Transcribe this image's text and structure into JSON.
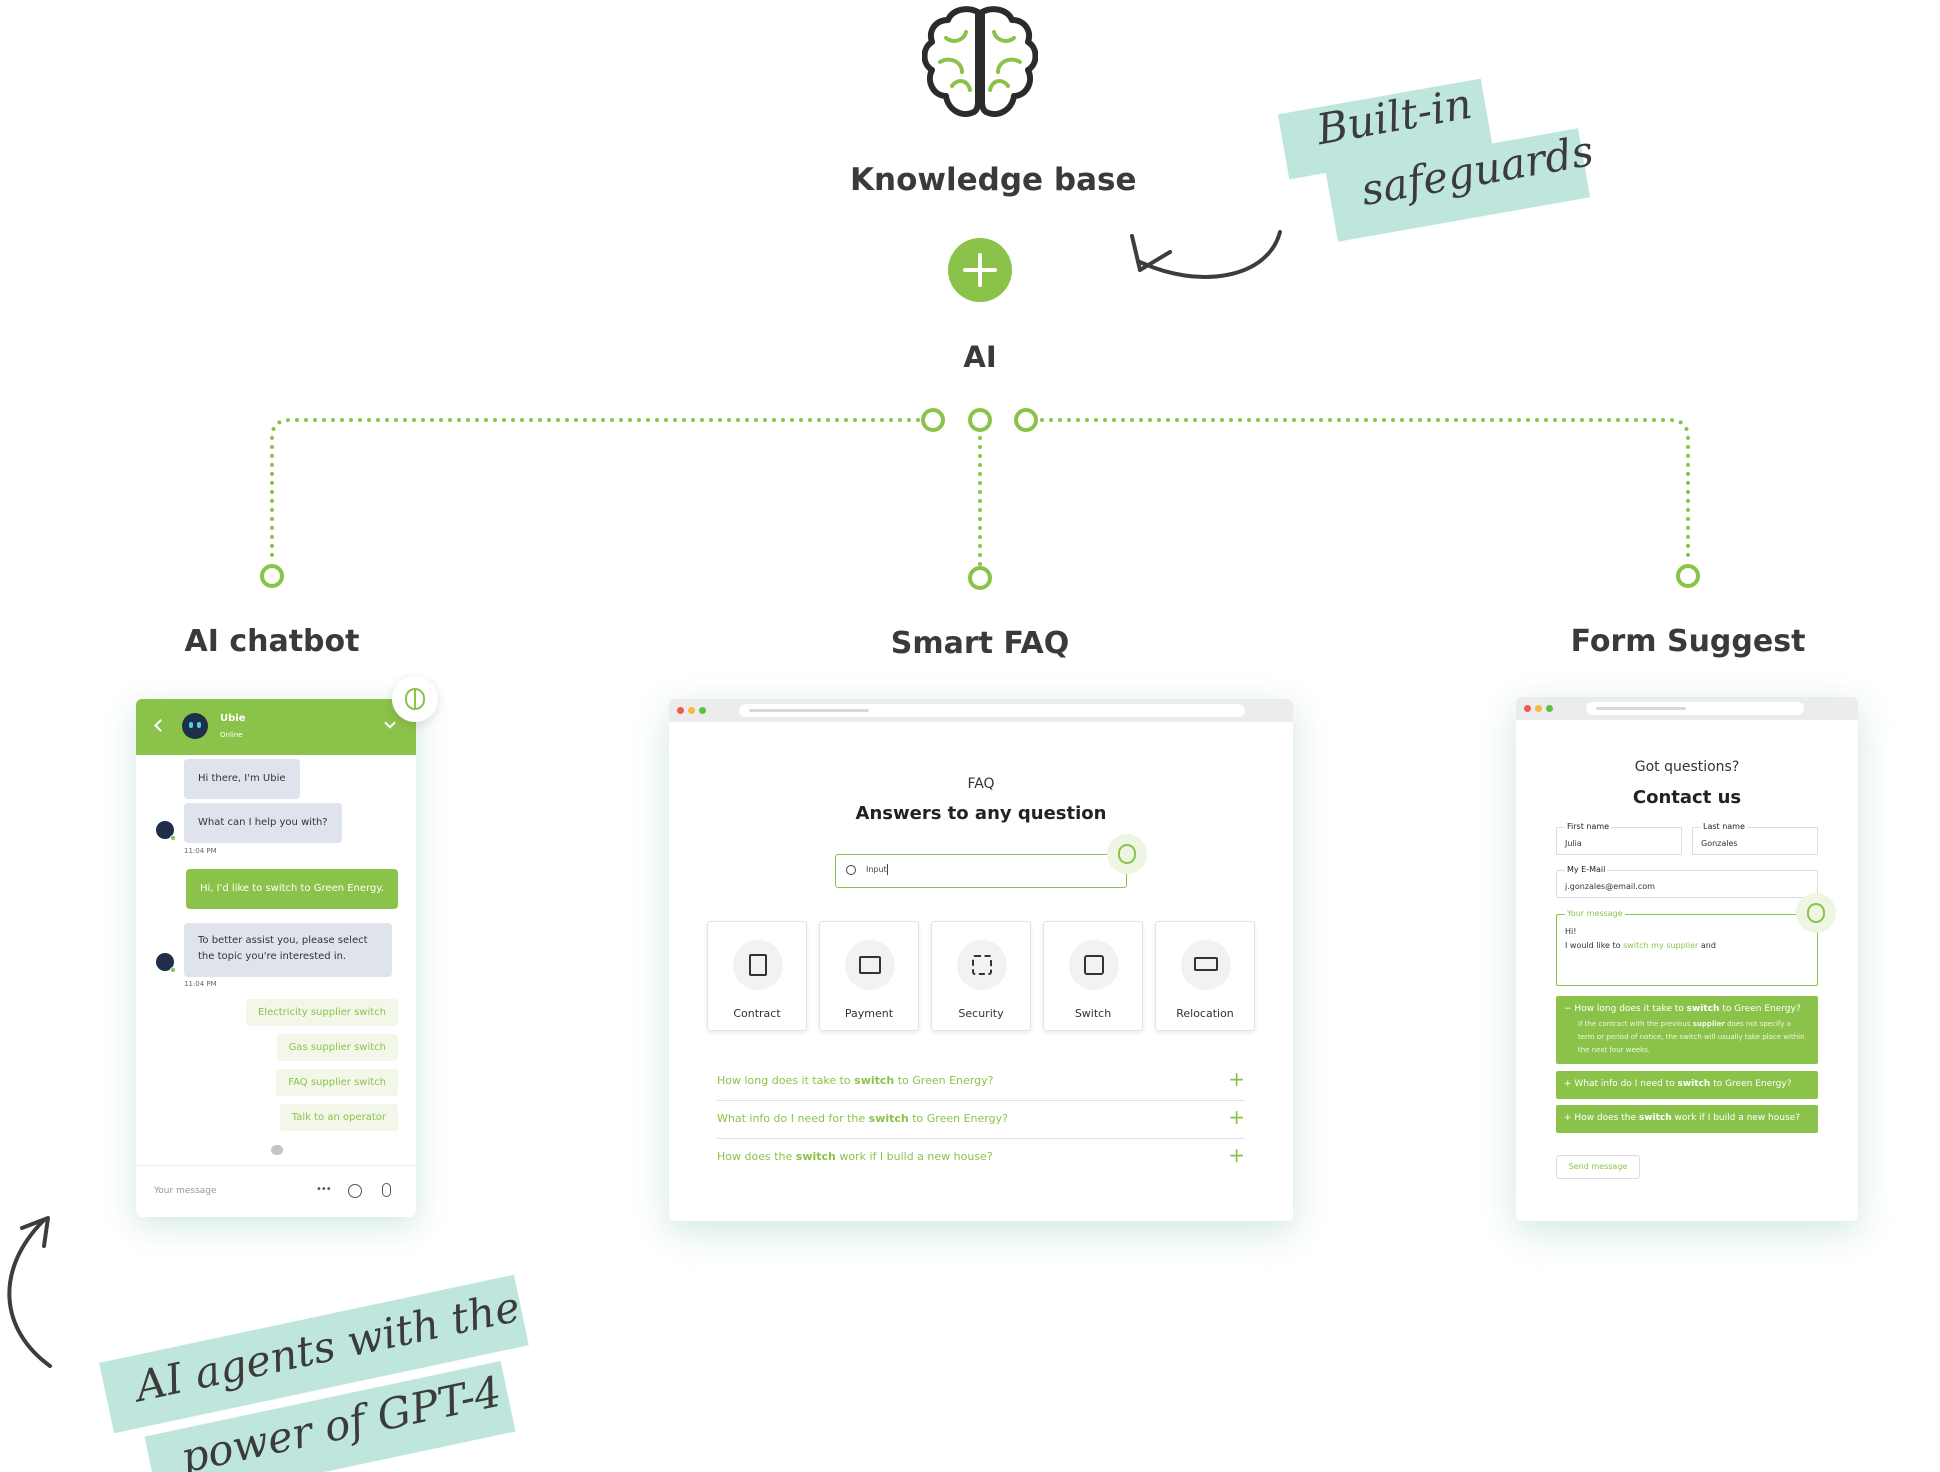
{
  "diagram": {
    "top": {
      "title": "Knowledge base",
      "plus_symbol": "+",
      "ai_label": "AI"
    },
    "annotations": {
      "safeguards_line1": "Built-in",
      "safeguards_line2": "safeguards",
      "gpt_line1": "AI agents with the",
      "gpt_line2": "power of GPT-4"
    },
    "branches": [
      "AI chatbot",
      "Smart FAQ",
      "Form Suggest"
    ]
  },
  "colors": {
    "accent": "#8bc34a",
    "tape": "#bfe6dd",
    "text": "#3a3a3a"
  },
  "icons": {
    "brain": "brain-icon",
    "plus": "plus-circle-icon",
    "arrow": "curved-arrow-icon"
  },
  "chatbot": {
    "bot_name": "Ubie",
    "status": "Online",
    "messages": [
      {
        "from": "bot",
        "text": "Hi there, I'm Ubie"
      },
      {
        "from": "bot",
        "text": "What can I help you with?"
      },
      {
        "from": "user",
        "text": "Hi, I'd like to switch to Green Energy."
      },
      {
        "from": "bot",
        "text": "To better assist you, please select the topic you're interested in."
      }
    ],
    "times": [
      "11:04 PM",
      "11:04 PM"
    ],
    "options": [
      "Electricity supplier switch",
      "Gas supplier switch",
      "FAQ supplier switch",
      "Talk to an operator"
    ],
    "input_placeholder": "Your message",
    "more_symbol": "•••"
  },
  "faq": {
    "eyebrow": "FAQ",
    "heading": "Answers to any question",
    "search_value": "Input",
    "categories": [
      "Contract",
      "Payment",
      "Security",
      "Switch",
      "Relocation"
    ],
    "questions": [
      {
        "before": "How long does it take to ",
        "bold": "switch",
        "after": " to Green Energy?"
      },
      {
        "before": "What info do I need for the ",
        "bold": "switch",
        "after": " to Green Energy?"
      },
      {
        "before": "How does the ",
        "bold": "switch",
        "after": " work if I build a new house?"
      }
    ],
    "plus_symbol": "+"
  },
  "form": {
    "eyebrow": "Got questions?",
    "heading": "Contact us",
    "first_name_label": "First name",
    "first_name_value": "Julia",
    "last_name_label": "Last name",
    "last_name_value": "Gonzales",
    "email_label": "My E-Mail",
    "email_value": "j.gonzales@email.com",
    "message_label": "Your message",
    "message_line1": "Hi!",
    "message_before": "I would like to ",
    "message_highlight": "switch my supplier",
    "message_after": " and",
    "suggestions": [
      {
        "prefix": "−",
        "before": "How long does it take to ",
        "bold": "switch",
        "after": " to Green Energy?",
        "answer_before": "If the contract with the previous ",
        "answer_bold": "supplier",
        "answer_after": " does not specify a term or period of notice, the switch will usually take place within the next four weeks."
      },
      {
        "prefix": "+",
        "before": "What info do I need to ",
        "bold": "switch",
        "after": " to Green Energy?"
      },
      {
        "prefix": "+",
        "before": "How does the ",
        "bold": "switch",
        "after": " work if I build a new house?"
      }
    ],
    "send_label": "Send message"
  }
}
